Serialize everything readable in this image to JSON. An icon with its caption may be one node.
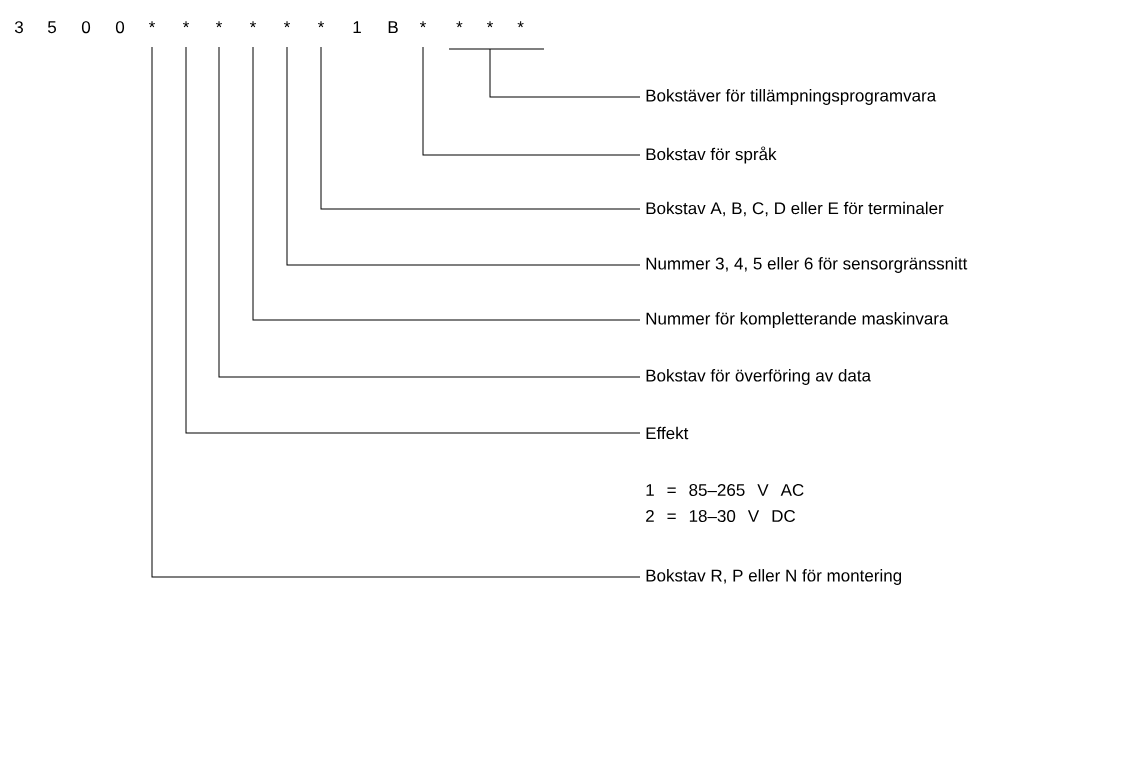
{
  "diagram": {
    "nodes": [
      {
        "text": [
          "*"
        ]
      },
      {
        "text": [
          "*"
        ]
      },
      {
        "text": [
          "*"
        ]
      },
      {
        "text": [
          "*"
        ]
      },
      {
        "text": [
          "*"
        ]
      },
      {
        "text": [
          "*"
        ]
      },
      {
        "text": [
          "*"
        ]
      },
      {
        "text": [
          "* * *"
        ]
      },
      {
        "text": [
          "Bokstäver för tillämpningsprogramvara"
        ]
      },
      {
        "text": [
          "Bokstav för språk"
        ]
      },
      {
        "text": [
          "Bokstav A, B, C, D eller E för terminaler"
        ]
      },
      {
        "text": [
          "Nummer 3, 4, 5 eller 6 för sensorgränssnitt"
        ]
      },
      {
        "text": [
          "Nummer för kompletterande maskinvara"
        ]
      },
      {
        "text": [
          "Bokstav för överföring av data"
        ]
      },
      {
        "text": [
          "Effekt"
        ],
        "beside": [
          "1 = 85–265 V AC",
          "2 = 18–30 V DC"
        ]
      },
      {
        "text": [
          "Bokstav R, P eller N för montering"
        ]
      }
    ],
    "edges": [
      {
        "from": 7,
        "to": 8,
        "arrow": "none"
      },
      {
        "from": 6,
        "to": 9,
        "arrow": "none"
      },
      {
        "from": 5,
        "to": 10,
        "arrow": "none"
      },
      {
        "from": 4,
        "to": 11,
        "arrow": "none"
      },
      {
        "from": 3,
        "to": 12,
        "arrow": "none"
      },
      {
        "from": 2,
        "to": 13,
        "arrow": "none"
      },
      {
        "from": 1,
        "to": 14,
        "arrow": "none"
      },
      {
        "from": 0,
        "to": 15,
        "arrow": "none"
      }
    ],
    "labels": [
      "3",
      "5",
      "0",
      "0",
      "1",
      "B"
    ]
  }
}
